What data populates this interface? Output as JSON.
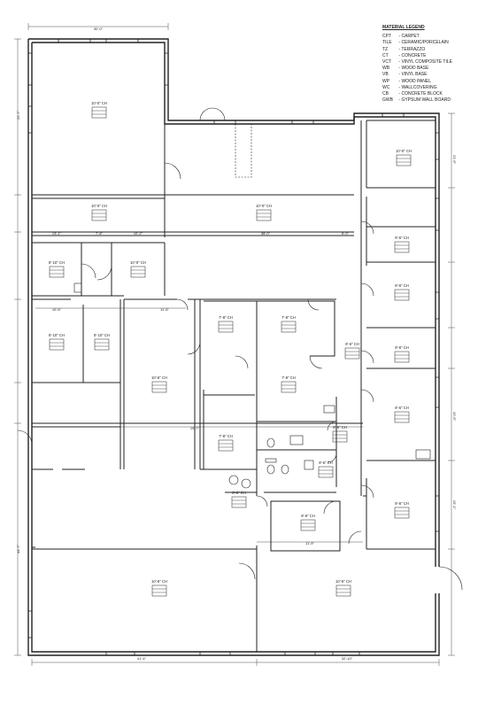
{
  "legend": {
    "title": "MATERIAL LEGEND",
    "items": [
      {
        "code": "CPT",
        "desc": "CARPET"
      },
      {
        "code": "TILE",
        "desc": "CERAMIC/PORCELAIN"
      },
      {
        "code": "TZ",
        "desc": "TERRAZZO"
      },
      {
        "code": "CT",
        "desc": "CONCRETE"
      },
      {
        "code": "VCT",
        "desc": "VINYL COMPOSITE TILE"
      },
      {
        "code": "WB",
        "desc": "WOOD BASE"
      },
      {
        "code": "VB",
        "desc": "VINYL BASE"
      },
      {
        "code": "WP",
        "desc": "WOOD PANEL"
      },
      {
        "code": "WC",
        "desc": "WALLCOVERING"
      },
      {
        "code": "CB",
        "desc": "CONCRETE BLOCK"
      },
      {
        "code": "GWB",
        "desc": "GYPSUM WALL BOARD"
      }
    ]
  },
  "rooms": [
    {
      "ceiling": "10'-0\" CH"
    },
    {
      "ceiling": "10'-0\" CH"
    },
    {
      "ceiling": "10'-0\" CH"
    },
    {
      "ceiling": "10'-0\" CH"
    },
    {
      "ceiling": "8'-10\" CH"
    },
    {
      "ceiling": "10'-0\" CH"
    },
    {
      "ceiling": "8'-10\" CH"
    },
    {
      "ceiling": "8'-10\" CH"
    },
    {
      "ceiling": "7'-8\" CH"
    },
    {
      "ceiling": "7'-8\" CH"
    },
    {
      "ceiling": "10'-6\" CH"
    },
    {
      "ceiling": "7'-8\" CH"
    },
    {
      "ceiling": "7'-8\" CH"
    },
    {
      "ceiling": "8'-6\" CH"
    },
    {
      "ceiling": "8'-6\" CH"
    },
    {
      "ceiling": "8'-6\" CH"
    },
    {
      "ceiling": "8'-6\" CH"
    },
    {
      "ceiling": "8'-6\" CH"
    },
    {
      "ceiling": "8'-6\" CH"
    },
    {
      "ceiling": "8'-6\" CH"
    },
    {
      "ceiling": "8'-6\" CH"
    },
    {
      "ceiling": "8'-6\" CH"
    },
    {
      "ceiling": "8'-6\" CH"
    },
    {
      "ceiling": "10'-6\" CH"
    },
    {
      "ceiling": "10'-6\" CH"
    }
  ],
  "dimensions": [
    "30'-0\"",
    "22'-7\"",
    "10'-2\"",
    "10'-5\"",
    "41'-4\"",
    "32'-10\"",
    "13'-1\"",
    "19'-7\"",
    "7'-6\"",
    "11'-5\"",
    "38'-0\"",
    "44'-7\"",
    "6'-0\"",
    "21'-5\"",
    "10'-5\"",
    "19'-1\"",
    "11'-9\""
  ]
}
